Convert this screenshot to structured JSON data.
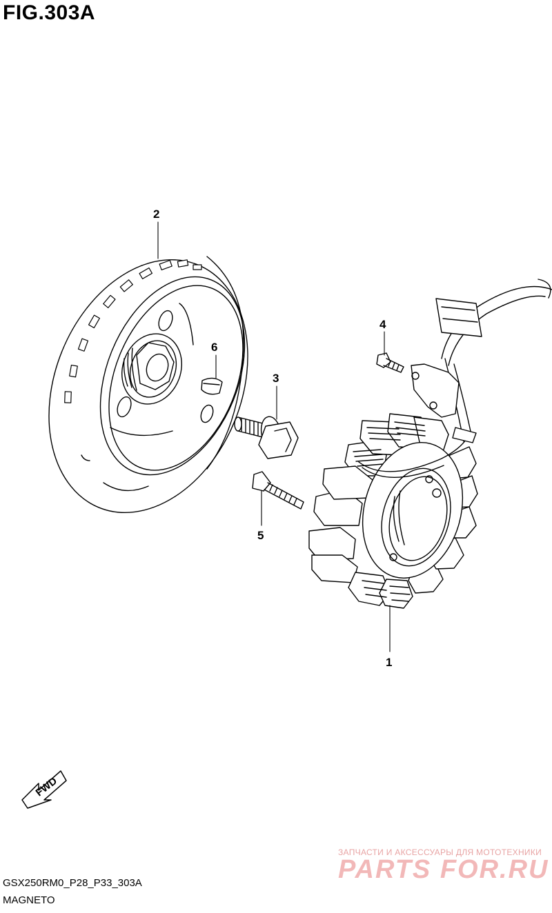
{
  "figure": {
    "title": "FIG.303A",
    "code": "GSX250RM0_P28_P33_303A",
    "name": "MAGNETO"
  },
  "callouts": [
    {
      "id": "1",
      "label": "1"
    },
    {
      "id": "2",
      "label": "2"
    },
    {
      "id": "3",
      "label": "3"
    },
    {
      "id": "4",
      "label": "4"
    },
    {
      "id": "5",
      "label": "5"
    },
    {
      "id": "6",
      "label": "6"
    }
  ],
  "direction_marker": {
    "label": "FWD"
  },
  "watermark": {
    "tagline": "ЗАПЧАСТИ И АКСЕССУАРЫ ДЛЯ МОТОТЕХНИКИ",
    "logo": "PARTS FOR.RU"
  }
}
